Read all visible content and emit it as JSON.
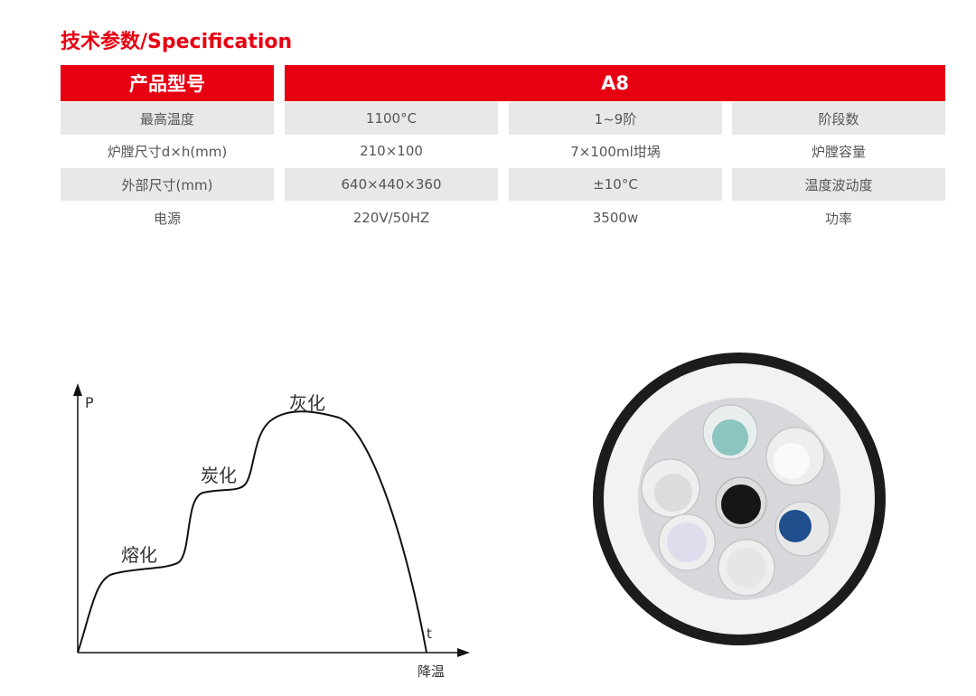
{
  "title": "技术参数/Specification",
  "header": {
    "label": "产品型号",
    "model": "A8"
  },
  "rows": [
    [
      "最高温度",
      "1100°C",
      "1~9阶",
      "阶段数"
    ],
    [
      "炉膛尺寸d×h(mm)",
      "210×100",
      "7×100ml坩埚",
      "炉膛容量"
    ],
    [
      "外部尺寸(mm)",
      "640×440×360",
      "±10°C",
      "温度波动度"
    ],
    [
      "电源",
      "220V/50HZ",
      "3500w",
      "功率"
    ]
  ],
  "diagram": {
    "y_axis": "P",
    "x_axis": "t",
    "x_end": "降温",
    "stages": [
      "熔化",
      "炭化",
      "灰化"
    ]
  }
}
